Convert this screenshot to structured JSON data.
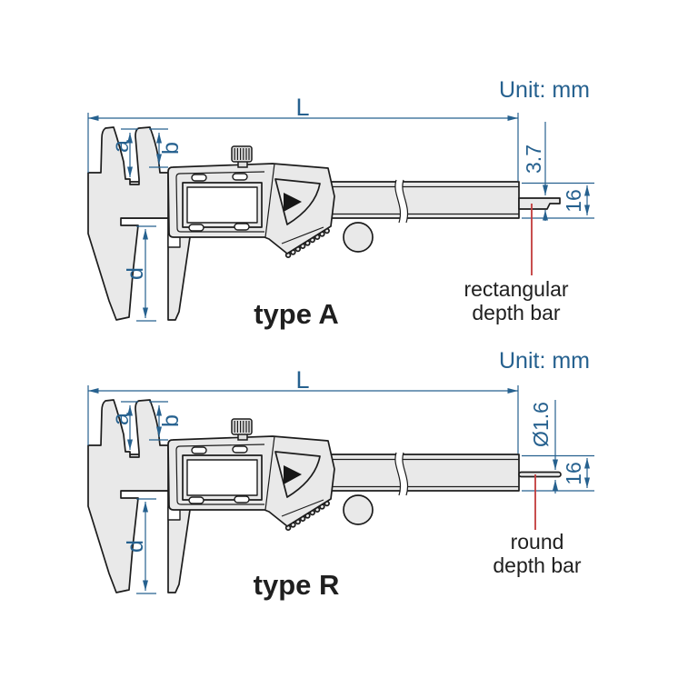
{
  "unit_label": "Unit: mm",
  "colors": {
    "dimension_blue": "#26618f",
    "leader_red": "#c23b3b",
    "body_fill": "#e9e9e9",
    "outline": "#1c1c1c",
    "label_dark": "#1f1f1f"
  },
  "calipers": [
    {
      "type_label": "type A",
      "depth_bar_style": "rectangular",
      "dims": {
        "overall_length": "L",
        "upper_jaw_a": "a",
        "upper_jaw_b": "b",
        "lower_jaw_depth": "d",
        "beam_height": "16",
        "depth_bar_size": "3.7"
      },
      "depth_bar_label": {
        "line1": "rectangular",
        "line2": "depth bar"
      }
    },
    {
      "type_label": "type R",
      "depth_bar_style": "round",
      "dims": {
        "overall_length": "L",
        "upper_jaw_a": "a",
        "upper_jaw_b": "b",
        "lower_jaw_depth": "d",
        "beam_height": "16",
        "depth_bar_size": "Ø1.6"
      },
      "depth_bar_label": {
        "line1": "round",
        "line2": "depth bar"
      }
    }
  ]
}
